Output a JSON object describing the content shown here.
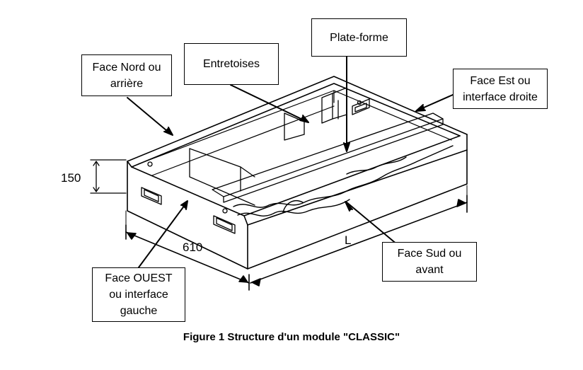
{
  "labels": {
    "plate_forme": "Plate-forme",
    "entretoises": "Entretoises",
    "face_nord": [
      "Face Nord ou",
      "arrière"
    ],
    "face_est": [
      "Face Est ou",
      "interface droite"
    ],
    "face_sud": [
      "Face Sud ou",
      "avant"
    ],
    "face_ouest": [
      "Face OUEST",
      "ou interface",
      "gauche"
    ]
  },
  "dimensions": {
    "height": "150",
    "depth": "610",
    "length": "L"
  },
  "caption": "Figure 1 Structure d'un module \"CLASSIC\""
}
